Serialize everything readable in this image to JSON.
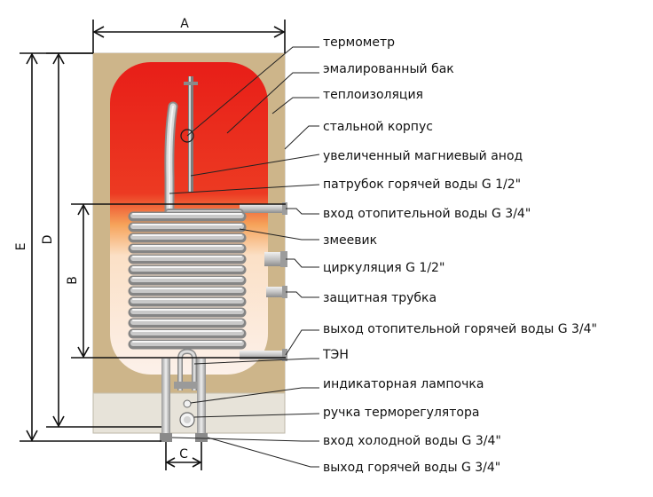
{
  "dimensions": {
    "a": "A",
    "b": "B",
    "c": "C",
    "d": "D",
    "e": "E"
  },
  "labels": [
    "термометр",
    "эмалированный бак",
    "теплоизоляция",
    "стальной корпус",
    "увеличенный магниевый анод",
    "патрубок горячей воды G 1/2\"",
    "вход отопительной воды G 3/4\"",
    "змеевик",
    "циркуляция G 1/2\"",
    "защитная трубка",
    "выход отопительной горячей воды G 3/4\"",
    "ТЭН",
    "индикаторная лампочка",
    "ручка терморегулятора",
    "вход холодной воды G 3/4\"",
    "выход горячей воды G 3/4\""
  ],
  "colors": {
    "insulation": "#cdb58a",
    "tank_hot": "#e8221a",
    "tank_mid": "#f6a55a",
    "tank_cool": "#fbeadf",
    "base": "#e6e2d8",
    "pipe": "#b9b9b9"
  }
}
